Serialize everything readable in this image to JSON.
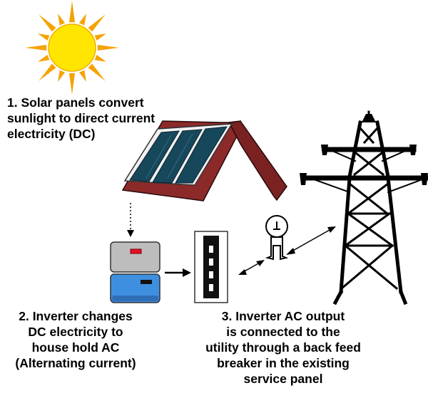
{
  "captions": {
    "step1": [
      "1.  Solar panels convert",
      "sunlight to direct current",
      "electricity (DC)"
    ],
    "step2": [
      "2.  Inverter changes",
      "DC electricity to",
      "house hold AC",
      "(Alternating current)"
    ],
    "step3": [
      "3. Inverter AC output",
      "is connected to the",
      "utility through a back feed",
      "breaker in the existing",
      "service panel"
    ]
  },
  "components": {
    "sun": "sun-icon",
    "roof": "house-roof-icon",
    "solar_panel": "solar-panel-icon",
    "inverter": "inverter-icon",
    "service_panel": "service-panel-icon",
    "meter": "electric-meter-icon",
    "tower": "transmission-tower-icon"
  },
  "colors": {
    "sun": "#ffe600",
    "sun_rays": "#f4a300",
    "roof": "#8c2a2a",
    "panel": "#17475a",
    "inverter_top": "#bdbdbd",
    "inverter_bottom": "#3f8fe0",
    "inverter_indicator": "#e8102a",
    "tower": "#000000"
  }
}
